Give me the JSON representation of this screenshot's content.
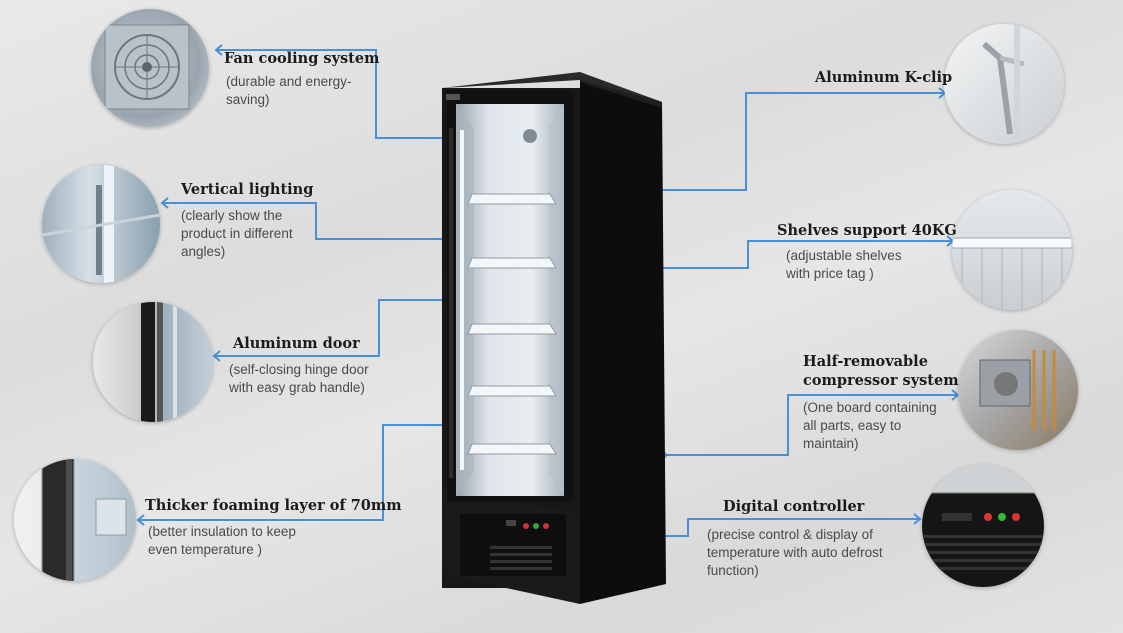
{
  "features": [
    {
      "id": "fan",
      "title": "Fan cooling system",
      "desc": [
        "(durable and energy-",
        "saving)"
      ],
      "photo": "fan-photo"
    },
    {
      "id": "lighting",
      "title": "Vertical lighting",
      "desc": [
        "(clearly show the",
        "product in different",
        "angles)"
      ],
      "photo": "vertical-lighting-photo"
    },
    {
      "id": "door",
      "title": "Aluminum door",
      "desc": [
        "(self-closing hinge door",
        "with easy grab handle)"
      ],
      "photo": "door-handle-photo"
    },
    {
      "id": "foam",
      "title": "Thicker foaming layer of 70mm",
      "desc": [
        "(better insulation to keep",
        "even temperature )"
      ],
      "photo": "foam-layer-photo"
    },
    {
      "id": "kclip",
      "title": "Aluminum K-clip",
      "desc": [],
      "photo": "k-clip-photo"
    },
    {
      "id": "shelves",
      "title": "Shelves support 40KG",
      "desc": [
        "(adjustable shelves",
        "with price tag )"
      ],
      "photo": "shelf-photo"
    },
    {
      "id": "compressor",
      "title": "Half-removable compressor system",
      "title_lines": [
        "Half-removable",
        "compressor system"
      ],
      "desc": [
        "(One board containing",
        "all parts, easy to",
        "maintain)"
      ],
      "photo": "compressor-photo"
    },
    {
      "id": "controller",
      "title": "Digital controller",
      "desc": [
        "(precise control & display of",
        "temperature with auto defrost",
        "function)"
      ],
      "photo": "controller-photo"
    }
  ],
  "colors": {
    "leader_line": "#4a90d9",
    "cabinet": "#151515",
    "background": "#e2e2e2"
  }
}
